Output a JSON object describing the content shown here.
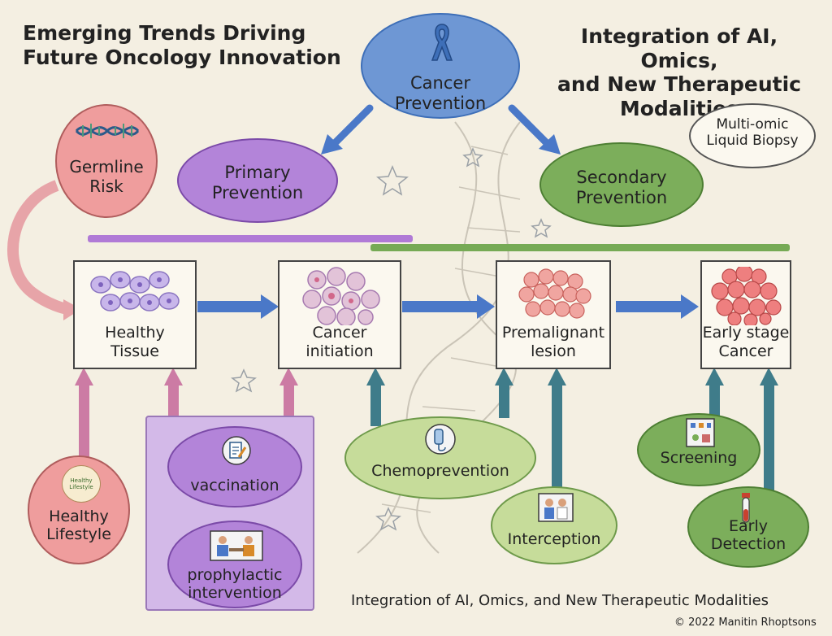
{
  "titles": {
    "left": "Emerging Trends Driving\nFuture Oncology Innovation",
    "right": "Integration of AI, Omics,\nand New Therapeutic\nModalities",
    "bottom": "Integration of AI, Omics, and New Therapeutic Modalities",
    "copyright": "© 2022 Manitin Rhoptsons"
  },
  "prevention": {
    "cancer": "Cancer\nPrevention",
    "primary": "Primary\nPrevention",
    "secondary": "Secondary\nPrevention",
    "bubble": "Multi-omic\nLiquid Biopsy"
  },
  "germline": "Germline\nRisk",
  "stages": [
    {
      "label": "Healthy\nTissue"
    },
    {
      "label": "Cancer\ninitiation"
    },
    {
      "label": "Premalignant\nlesion"
    },
    {
      "label": "Early stage\nCancer"
    }
  ],
  "interventions": {
    "healthy_lifestyle": "Healthy\nLifestyle",
    "healthy_lifestyle_logo": "Healthy Lifestyle",
    "vaccination": "vaccination",
    "prophylactic": "prophylactic\nintervention",
    "chemoprevention": "Chemoprevention",
    "interception": "Interception",
    "screening": "Screening",
    "early_detection": "Early\nDetection"
  },
  "colors": {
    "background": "#f4efe2",
    "blue": "#5f8fd2",
    "purple": "#a675cf",
    "green": "#79ad57",
    "light_green": "#c6dc9a",
    "pink": "#e79a9a",
    "lilac_panel": "#cdb2e4",
    "teal_arrow": "#3f7c8a",
    "pink_arrow": "#cc7ba4"
  },
  "icons": [
    "awareness-ribbon-icon",
    "dna-helix-icon",
    "clipboard-pencil-icon",
    "consultation-icon",
    "iv-drip-icon",
    "doctor-patient-icon",
    "screening-chart-icon",
    "blood-tube-icon",
    "star-icon"
  ]
}
